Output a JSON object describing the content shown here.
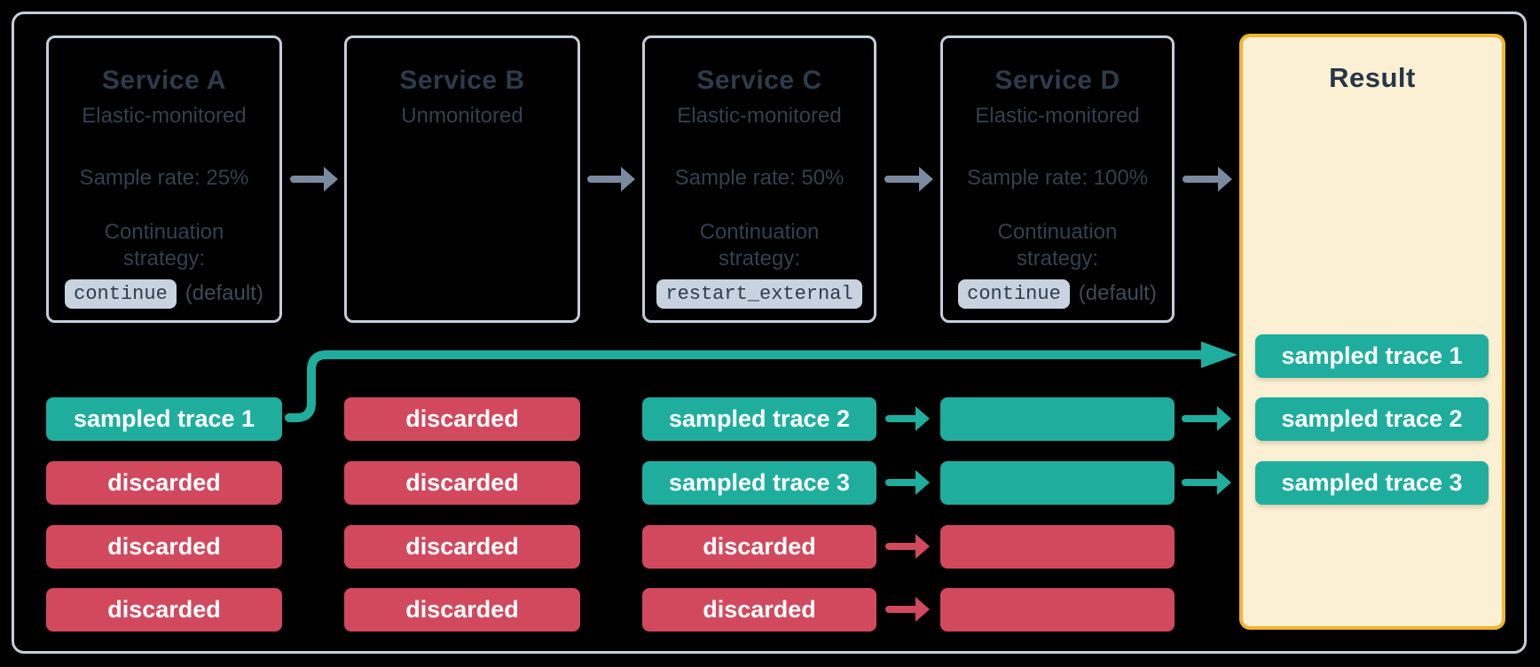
{
  "colors": {
    "background": "#000000",
    "frame_border": "#C5CFDB",
    "card_border": "#C3CEDC",
    "card_title_text": "#2E3B4A",
    "card_body_text": "#334150",
    "code_chip_bg": "#C9D3DF",
    "code_chip_text": "#2E3B4B",
    "sampled_teal": "#1FAE9E",
    "discarded_red": "#D2495E",
    "flow_arrow_gray": "#7A8BA0",
    "result_bg": "#FBF0D3",
    "result_border_gold": "#F1B52F",
    "pill_text": "#FFFFFF"
  },
  "services": [
    {
      "id": "a",
      "name": "Service A",
      "monitoring": "Elastic-monitored",
      "sample_rate": "Sample rate: 25%",
      "continuation_line1": "Continuation",
      "continuation_line2": "strategy:",
      "strategy_code": "continue",
      "strategy_note": "(default)"
    },
    {
      "id": "b",
      "name": "Service B",
      "monitoring": "Unmonitored",
      "sample_rate": "",
      "continuation_line1": "",
      "continuation_line2": "",
      "strategy_code": "",
      "strategy_note": ""
    },
    {
      "id": "c",
      "name": "Service C",
      "monitoring": "Elastic-monitored",
      "sample_rate": "Sample rate: 50%",
      "continuation_line1": "Continuation",
      "continuation_line2": "strategy:",
      "strategy_code": "restart_external",
      "strategy_note": ""
    },
    {
      "id": "d",
      "name": "Service D",
      "monitoring": "Elastic-monitored",
      "sample_rate": "Sample rate: 100%",
      "continuation_line1": "Continuation",
      "continuation_line2": "strategy:",
      "strategy_code": "continue",
      "strategy_note": "(default)"
    }
  ],
  "result": {
    "title": "Result",
    "pills": [
      {
        "label": "sampled trace 1",
        "type": "sampled"
      },
      {
        "label": "sampled trace 2",
        "type": "sampled"
      },
      {
        "label": "sampled trace 3",
        "type": "sampled"
      }
    ]
  },
  "trace_rows": {
    "service_a": [
      {
        "label": "sampled trace 1",
        "type": "sampled"
      },
      {
        "label": "discarded",
        "type": "discarded"
      },
      {
        "label": "discarded",
        "type": "discarded"
      },
      {
        "label": "discarded",
        "type": "discarded"
      }
    ],
    "service_b": [
      {
        "label": "discarded",
        "type": "discarded"
      },
      {
        "label": "discarded",
        "type": "discarded"
      },
      {
        "label": "discarded",
        "type": "discarded"
      },
      {
        "label": "discarded",
        "type": "discarded"
      }
    ],
    "service_c": [
      {
        "label": "sampled trace 2",
        "type": "sampled"
      },
      {
        "label": "sampled trace 3",
        "type": "sampled"
      },
      {
        "label": "discarded",
        "type": "discarded"
      },
      {
        "label": "discarded",
        "type": "discarded"
      }
    ],
    "service_d": [
      {
        "label": "",
        "type": "sampled"
      },
      {
        "label": "",
        "type": "sampled"
      },
      {
        "label": "",
        "type": "discarded"
      },
      {
        "label": "",
        "type": "discarded"
      }
    ]
  }
}
